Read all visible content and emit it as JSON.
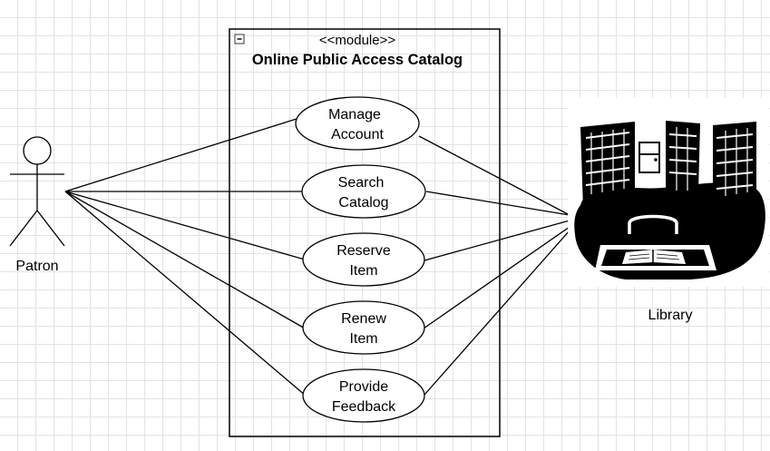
{
  "module": {
    "stereotype": "<<module>>",
    "title": "Online Public Access Catalog"
  },
  "actors": {
    "patron": {
      "label": "Patron"
    },
    "library": {
      "label": "Library"
    }
  },
  "use_cases": [
    {
      "line1": "Manage",
      "line2": "Account"
    },
    {
      "line1": "Search",
      "line2": "Catalog"
    },
    {
      "line1": "Reserve",
      "line2": "Item"
    },
    {
      "line1": "Renew",
      "line2": "Item"
    },
    {
      "line1": "Provide",
      "line2": "Feedback"
    }
  ],
  "colors": {
    "stroke": "#000000",
    "grid": "#e3e3e3"
  }
}
